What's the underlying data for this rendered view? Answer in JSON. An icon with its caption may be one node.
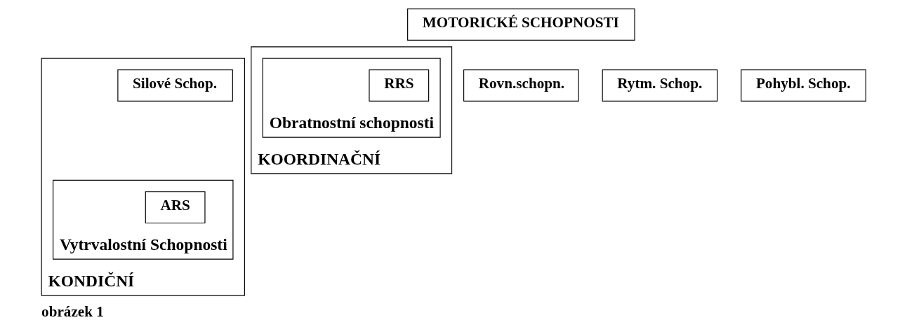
{
  "diagram": {
    "caption": "obrázek 1",
    "nodes": [
      {
        "text": [
          "MOTORICKÉ SCHOPNOSTI"
        ]
      },
      {
        "text": [
          "KONDIČNÍ"
        ]
      },
      {
        "text": [
          "Silové Schop."
        ],
        "in": 1
      },
      {
        "text": [
          "Vytrvalostní Schopnosti"
        ],
        "in": 1
      },
      {
        "text": [
          "ARS"
        ],
        "in": 3
      },
      {
        "text": [
          "KOORDINAČNÍ"
        ]
      },
      {
        "text": [
          "Obratnostní schopnosti"
        ],
        "in": 5
      },
      {
        "text": [
          "RRS"
        ],
        "in": 6
      },
      {
        "text": [
          "Rovn.schopn."
        ]
      },
      {
        "text": [
          "Rytm. Schop."
        ]
      },
      {
        "text": [
          "Pohybl. Schop."
        ]
      }
    ]
  }
}
